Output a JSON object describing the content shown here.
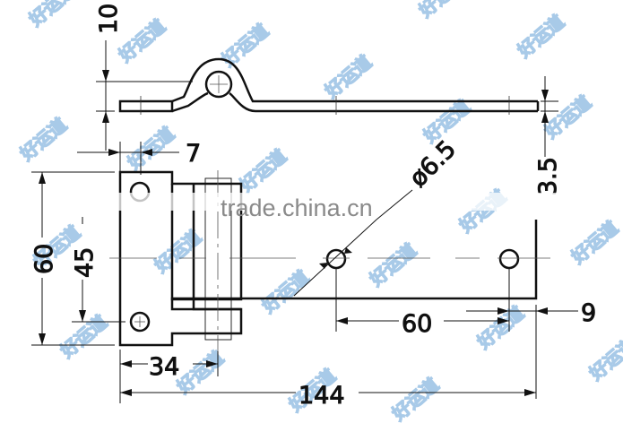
{
  "drawing": {
    "subject": "hinge",
    "views": [
      "top-profile",
      "front"
    ],
    "colors": {
      "line": "#111111",
      "centerline": "#555555",
      "watermark": "#9fc4e6",
      "brand_watermark": "#8a8a8a",
      "background": "#ffffff"
    }
  },
  "dimensions": {
    "knuckle_height": "10",
    "leaf_thickness": "3.5",
    "tab_width": "7",
    "hole_diameter": "ø6.5",
    "overall_height": "60",
    "hole_spacing_vertical": "45",
    "hole_spacing_horizontal": "60",
    "edge_to_hole": "9",
    "left_leaf_width": "34",
    "overall_length": "144"
  },
  "watermarks": {
    "brand": "trade.china.cn",
    "repeat_text": "好运道"
  }
}
